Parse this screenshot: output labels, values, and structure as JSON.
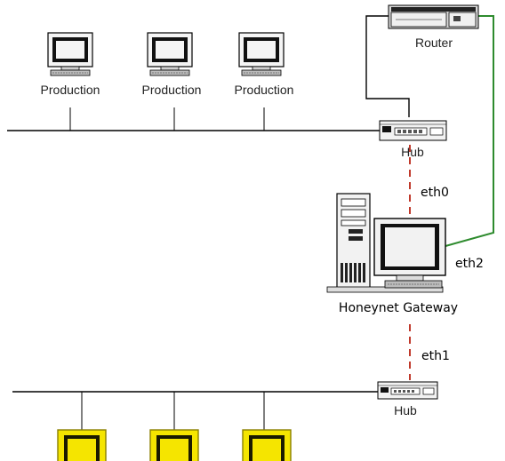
{
  "labels": {
    "router": "Router",
    "production": [
      "Production",
      "Production",
      "Production"
    ],
    "hub_top": "Hub",
    "hub_bottom": "Hub",
    "eth0": "eth0",
    "eth1": "eth1",
    "eth2": "eth2",
    "gateway": "Honeynet Gateway"
  },
  "colors": {
    "link": "#000000",
    "management_link": "#2e8b2e",
    "bridge_link": "#c0392b",
    "honeypot_fill": "#f5e500",
    "honeypot_border": "#8a7f00"
  },
  "icons": {
    "router": "router-icon",
    "workstation": "workstation-icon",
    "hub": "hub-icon",
    "gateway": "gateway-computer-icon",
    "honeypot": "honeypot-icon"
  }
}
